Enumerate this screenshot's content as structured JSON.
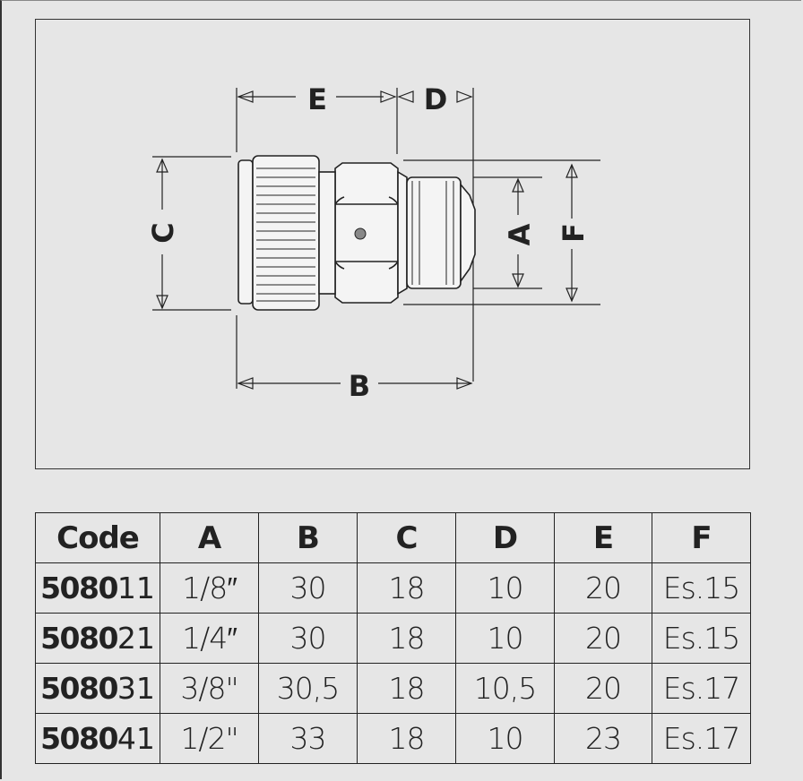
{
  "drawing": {
    "labels": {
      "A": "A",
      "B": "B",
      "C": "C",
      "D": "D",
      "E": "E",
      "F": "F"
    }
  },
  "table": {
    "headers": [
      "Code",
      "A",
      "B",
      "C",
      "D",
      "E",
      "F"
    ],
    "rows": [
      {
        "code_prefix": "5080",
        "code_suffix": "11",
        "A": "1/8″",
        "B": "30",
        "C": "18",
        "D": "10",
        "E": "20",
        "F": "Es.15"
      },
      {
        "code_prefix": "5080",
        "code_suffix": "21",
        "A": "1/4″",
        "B": "30",
        "C": "18",
        "D": "10",
        "E": "20",
        "F": "Es.15"
      },
      {
        "code_prefix": "5080",
        "code_suffix": "31",
        "A": "3/8\"",
        "B": "30,5",
        "C": "18",
        "D": "10,5",
        "E": "20",
        "F": "Es.17"
      },
      {
        "code_prefix": "5080",
        "code_suffix": "41",
        "A": "1/2\"",
        "B": "33",
        "C": "18",
        "D": "10",
        "E": "23",
        "F": "Es.17"
      }
    ]
  }
}
